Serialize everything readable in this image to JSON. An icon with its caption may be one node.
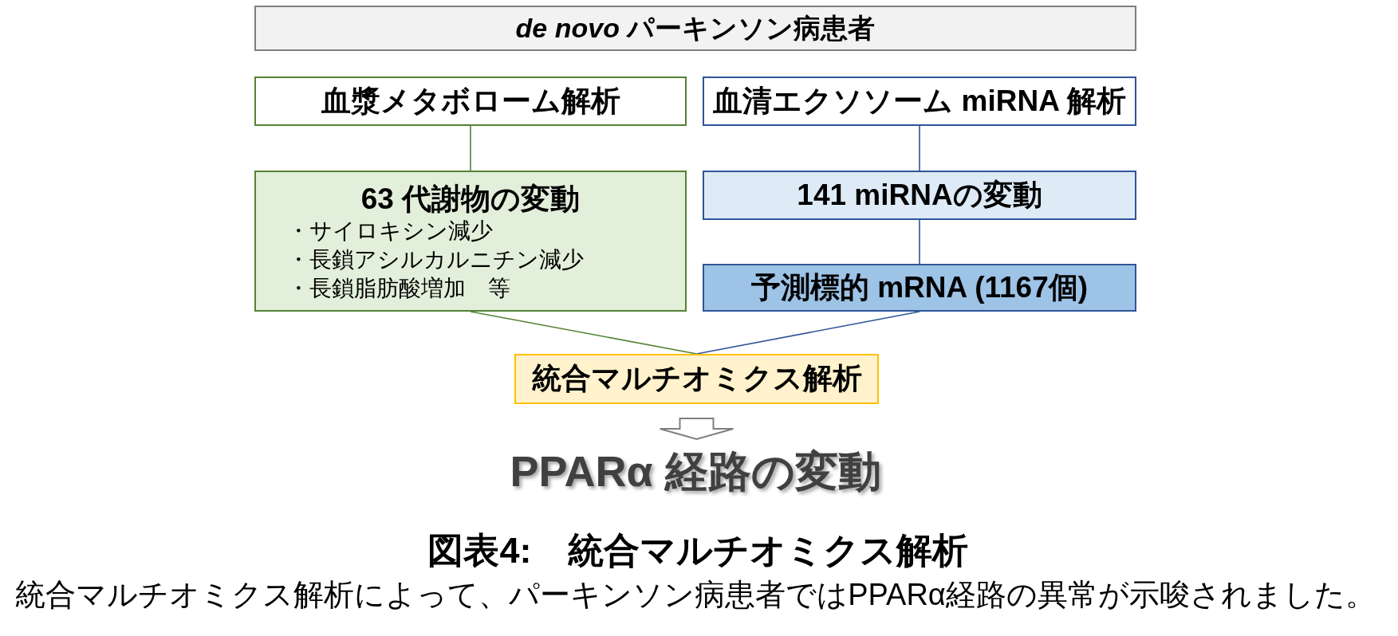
{
  "diagram": {
    "caption": "図表4:　統合マルチオミクス解析",
    "nodes": [
      {
        "text": [
          "*de novo* パーキンソン病患者"
        ]
      },
      {
        "text": [
          "血漿メタボローム解析"
        ]
      },
      {
        "text": [
          "血清エクソソーム miRNA 解析"
        ]
      },
      {
        "text": [
          "63 代謝物の変動",
          "・サイロキシン減少",
          "・長鎖アシルカルニチン減少",
          "・長鎖脂肪酸増加　等"
        ]
      },
      {
        "text": [
          "141 miRNAの変動"
        ]
      },
      {
        "text": [
          "予測標的 mRNA (1167個)"
        ]
      },
      {
        "text": [
          "統合マルチオミクス解析"
        ]
      },
      {
        "text": [
          "PPARα 経路の変動"
        ]
      }
    ],
    "edges": [
      {
        "from": 1,
        "to": 3,
        "arrow": "none",
        "color": "#548235"
      },
      {
        "from": 2,
        "to": 4,
        "arrow": "none"
      },
      {
        "from": 4,
        "to": 5,
        "arrow": "none"
      },
      {
        "from": 3,
        "to": 6,
        "arrow": "none",
        "color": "#548235"
      },
      {
        "from": 5,
        "to": 6,
        "arrow": "none"
      },
      {
        "from": 6,
        "to": 7,
        "arrow": "to",
        "style": "thick",
        "color": "#7f7f7f"
      }
    ],
    "labels": [
      "統合マルチオミクス解析によって、パーキンソン病患者ではPPARα経路の異常が示唆されました。"
    ]
  }
}
